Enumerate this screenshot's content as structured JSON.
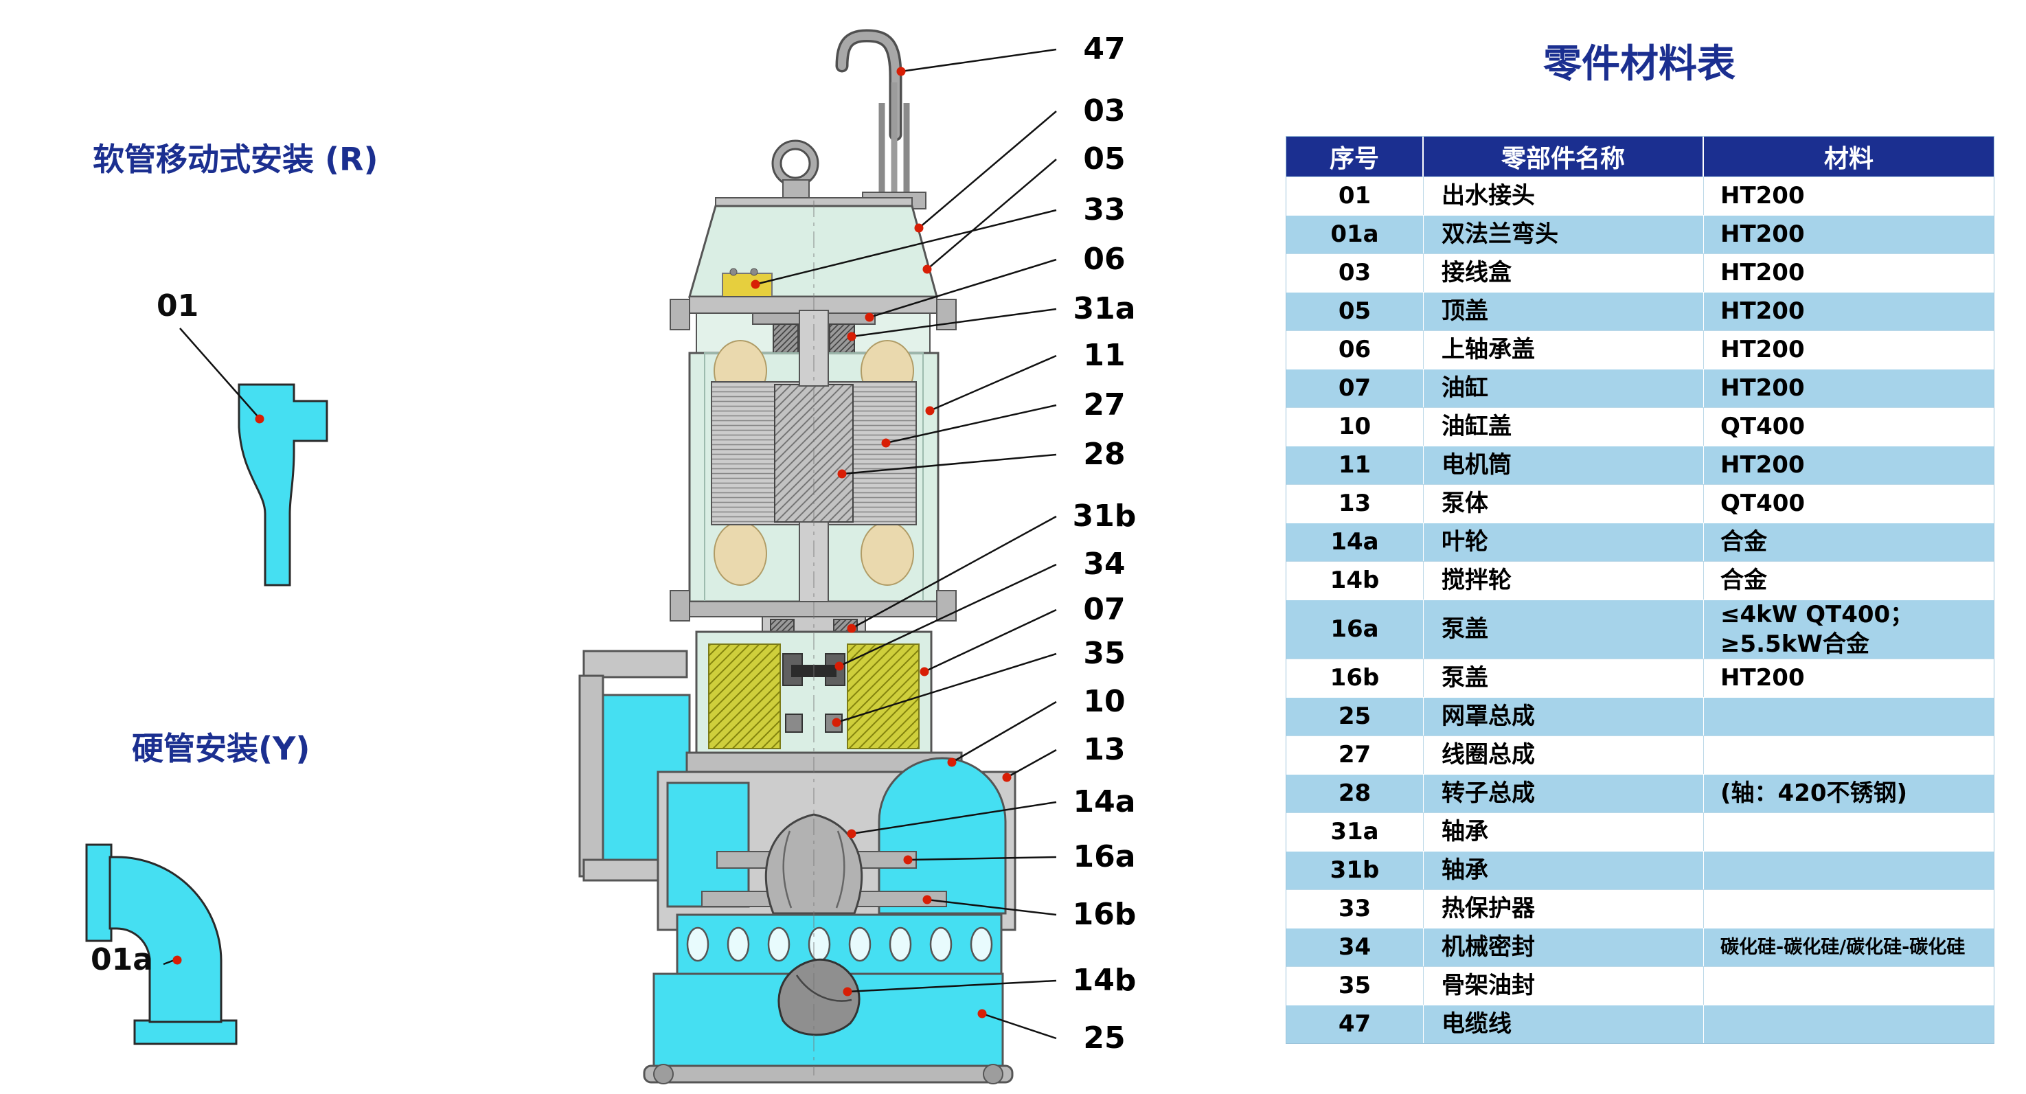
{
  "left_panel": {
    "installation_r": {
      "title": "软管移动式安装 (R)",
      "part_label": "01"
    },
    "installation_y": {
      "title": "硬管安装(Y)",
      "part_label": "01a"
    }
  },
  "diagram": {
    "callouts": [
      "47",
      "03",
      "05",
      "33",
      "06",
      "31a",
      "11",
      "27",
      "28",
      "31b",
      "34",
      "07",
      "35",
      "10",
      "13",
      "14a",
      "16a",
      "16b",
      "14b",
      "25"
    ]
  },
  "table": {
    "title": "零件材料表",
    "headers": [
      "序号",
      "零部件名称",
      "材料"
    ],
    "rows": [
      {
        "no": "01",
        "name": "出水接头",
        "material": "HT200"
      },
      {
        "no": "01a",
        "name": "双法兰弯头",
        "material": "HT200"
      },
      {
        "no": "03",
        "name": "接线盒",
        "material": "HT200"
      },
      {
        "no": "05",
        "name": "顶盖",
        "material": "HT200"
      },
      {
        "no": "06",
        "name": "上轴承盖",
        "material": "HT200"
      },
      {
        "no": "07",
        "name": "油缸",
        "material": "HT200"
      },
      {
        "no": "10",
        "name": "油缸盖",
        "material": "QT400"
      },
      {
        "no": "11",
        "name": "电机筒",
        "material": "HT200"
      },
      {
        "no": "13",
        "name": "泵体",
        "material": "QT400"
      },
      {
        "no": "14a",
        "name": "叶轮",
        "material": "合金"
      },
      {
        "no": "14b",
        "name": "搅拌轮",
        "material": "合金"
      },
      {
        "no": "16a",
        "name": "泵盖",
        "material": "≤4kW QT400；\n≥5.5kW合金"
      },
      {
        "no": "16b",
        "name": "泵盖",
        "material": "HT200"
      },
      {
        "no": "25",
        "name": "网罩总成",
        "material": ""
      },
      {
        "no": "27",
        "name": "线圈总成",
        "material": ""
      },
      {
        "no": "28",
        "name": "转子总成",
        "material": "(轴：420不锈钢)"
      },
      {
        "no": "31a",
        "name": "轴承",
        "material": ""
      },
      {
        "no": "31b",
        "name": "轴承",
        "material": ""
      },
      {
        "no": "33",
        "name": "热保护器",
        "material": ""
      },
      {
        "no": "34",
        "name": "机械密封",
        "material": "碳化硅-碳化硅/碳化硅-碳化硅"
      },
      {
        "no": "35",
        "name": "骨架油封",
        "material": ""
      },
      {
        "no": "47",
        "name": "电缆线",
        "material": ""
      }
    ]
  },
  "colors": {
    "accent_blue": "#1b2f90",
    "water_cyan": "#45dff2",
    "oil_yellow": "#cfcf3c",
    "housing_mint": "#daeee4",
    "callout_dot_red": "#d81e05",
    "table_header_bg": "#1b2f90",
    "table_row_alt_bg": "#a6d3ea"
  }
}
